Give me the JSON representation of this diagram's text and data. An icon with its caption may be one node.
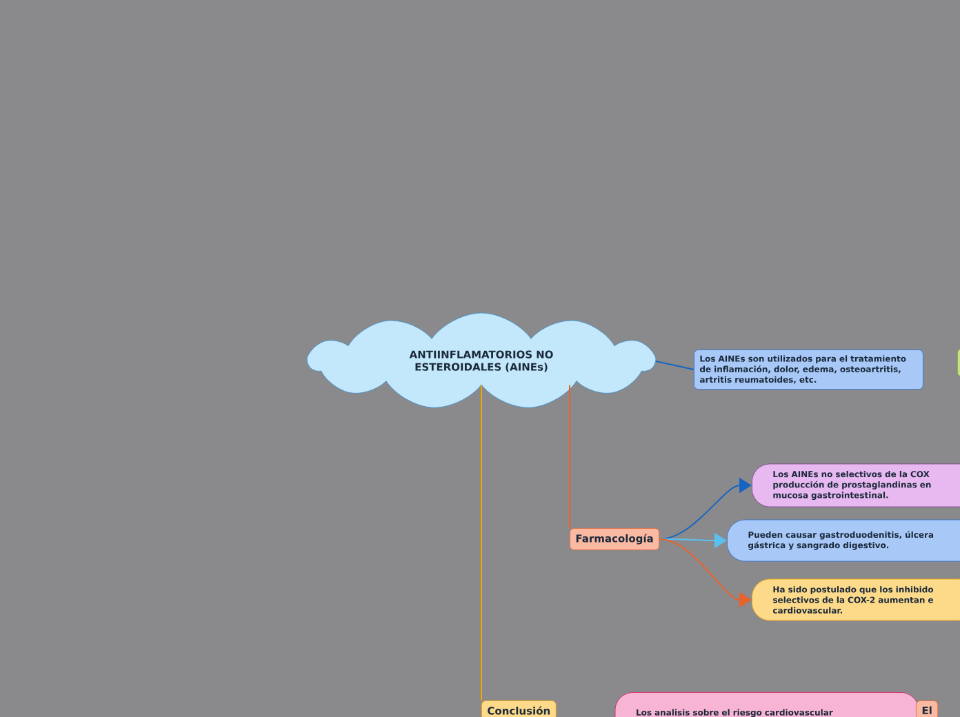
{
  "diagram": {
    "nodes": [
      {
        "text": [
          "ANTIINFLAMATORIOS NO ESTEROIDALES (AINEs)"
        ]
      },
      {
        "text": [
          "Los AINEs son utilizados para el tratamiento de inflamación, dolor, edema, osteoartritis, artritis reumatoides, etc."
        ]
      },
      {
        "text": [],
        "shape": "box"
      },
      {
        "text": [
          "Farmacología"
        ]
      },
      {
        "text": [
          "Los AINEs no selectivos de la COX producción de prostaglandinas en mucosa gastrointestinal."
        ]
      },
      {
        "text": [
          "Pueden causar gastroduodenitis, úlcera gástrica y sangrado digestivo."
        ]
      },
      {
        "text": [
          "Ha sido postulado que los inhibido selectivos de la COX-2 aumentan e cardiovascular."
        ]
      },
      {
        "text": [
          "Conclusión"
        ]
      },
      {
        "text": [
          "Los analisis sobre el riesgo cardiovascular"
        ]
      },
      {
        "text": [
          "El"
        ]
      }
    ],
    "edges": [
      {
        "from": 0,
        "to": 1,
        "arrow": "none",
        "color": "#1565c0"
      },
      {
        "from": 0,
        "to": 3,
        "arrow": "none",
        "color": "#e8632b"
      },
      {
        "from": 0,
        "to": 7,
        "arrow": "none",
        "color": "#f0a500"
      },
      {
        "from": 3,
        "to": 4,
        "arrow": "to",
        "color": "#1565c0"
      },
      {
        "from": 3,
        "to": 5,
        "arrow": "to",
        "color": "#5bc0f0"
      },
      {
        "from": 3,
        "to": 6,
        "arrow": "to",
        "color": "#e8632b"
      }
    ]
  }
}
